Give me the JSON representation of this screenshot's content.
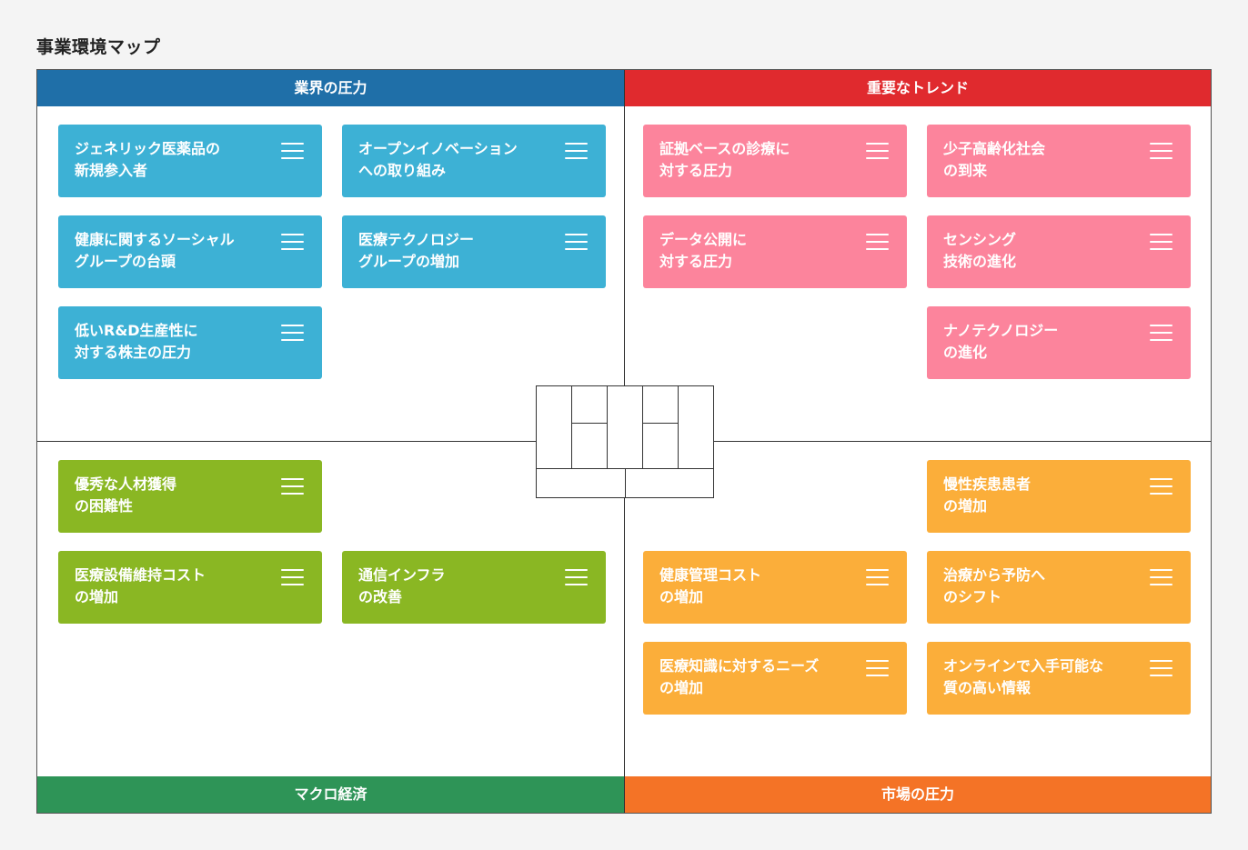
{
  "page": {
    "title": "事業環境マップ"
  },
  "quadrants": {
    "top_left": {
      "label": "業界の圧力",
      "cards": [
        {
          "lines": [
            "ジェネリック医薬品の",
            "新規参入者"
          ]
        },
        {
          "lines": [
            "オープンイノベーション",
            "への取り組み"
          ]
        },
        {
          "lines": [
            "健康に関するソーシャル",
            "グループの台頭"
          ]
        },
        {
          "lines": [
            "医療テクノロジー",
            "グループの増加"
          ]
        },
        {
          "lines": [
            "低いR&D生産性に",
            "対する株主の圧力"
          ]
        }
      ]
    },
    "top_right": {
      "label": "重要なトレンド",
      "cards": [
        {
          "lines": [
            "証拠ベースの診療に",
            "対する圧力"
          ]
        },
        {
          "lines": [
            "少子高齢化社会",
            "の到来"
          ]
        },
        {
          "lines": [
            "データ公開に",
            "対する圧力"
          ]
        },
        {
          "lines": [
            "センシング",
            "技術の進化"
          ]
        },
        {
          "lines": [
            "ナノテクノロジー",
            "の進化"
          ]
        }
      ]
    },
    "bottom_left": {
      "label": "マクロ経済",
      "cards": [
        {
          "lines": [
            "優秀な人材獲得",
            "の困難性"
          ]
        },
        {
          "lines": [
            "医療設備維持コスト",
            "の増加"
          ]
        },
        {
          "lines": [
            "通信インフラ",
            "の改善"
          ]
        }
      ]
    },
    "bottom_right": {
      "label": "市場の圧力",
      "cards": [
        {
          "lines": [
            "慢性疾患患者",
            "の増加"
          ]
        },
        {
          "lines": [
            "健康管理コスト",
            "の増加"
          ]
        },
        {
          "lines": [
            "治療から予防へ",
            "のシフト"
          ]
        },
        {
          "lines": [
            "医療知識に対するニーズ",
            "の増加"
          ]
        },
        {
          "lines": [
            "オンラインで入手可能な",
            "質の高い情報"
          ]
        }
      ]
    }
  },
  "colors": {
    "industry_header": "#1f6fa8",
    "trends_header": "#e02a2e",
    "macro_header": "#2e9457",
    "market_header": "#f47326",
    "industry_card": "#3db1d5",
    "trends_card": "#fc849c",
    "macro_card": "#8ab723",
    "market_card": "#fbae3a"
  },
  "icons": {
    "card_menu": "hamburger-menu-icon"
  }
}
